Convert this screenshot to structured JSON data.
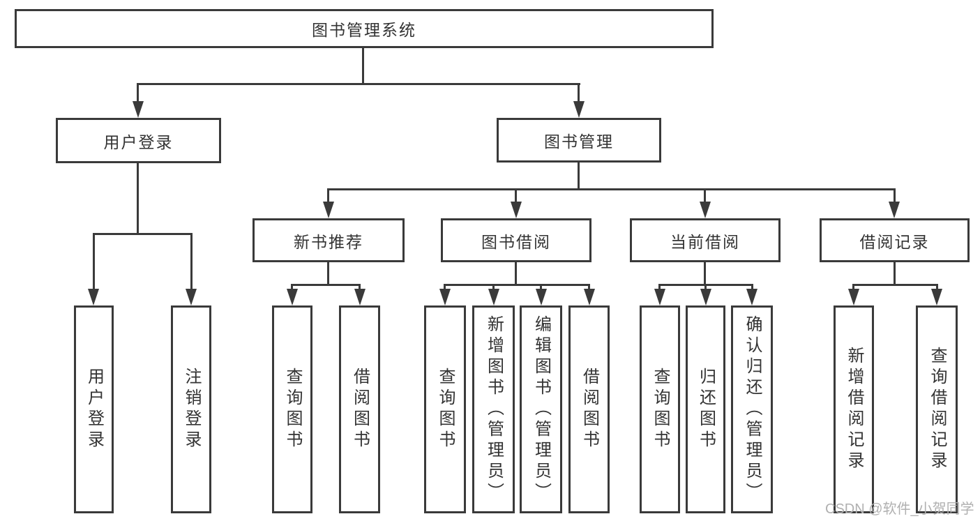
{
  "tree": {
    "root": "图书管理系统",
    "user_login_branch": {
      "label": "用户登录",
      "children": [
        "用户登录",
        "注销登录"
      ]
    },
    "book_mgmt_branch": {
      "label": "图书管理",
      "modules": [
        {
          "label": "新书推荐",
          "children": [
            "查询图书",
            "借阅图书"
          ]
        },
        {
          "label": "图书借阅",
          "children": [
            "查询图书",
            "新增图书（管理员）",
            "编辑图书（管理员）",
            "借阅图书"
          ]
        },
        {
          "label": "当前借阅",
          "children": [
            "查询图书",
            "归还图书",
            "确认归还（管理员）"
          ]
        },
        {
          "label": "借阅记录",
          "children": [
            "新增借阅记录",
            "查询借阅记录"
          ]
        }
      ]
    }
  },
  "watermark": "CSDN @软件_小贺同学",
  "colors": {
    "line": "#3a3a3a",
    "text": "#333333",
    "watermark": "#b0b0b0",
    "background": "#ffffff"
  }
}
